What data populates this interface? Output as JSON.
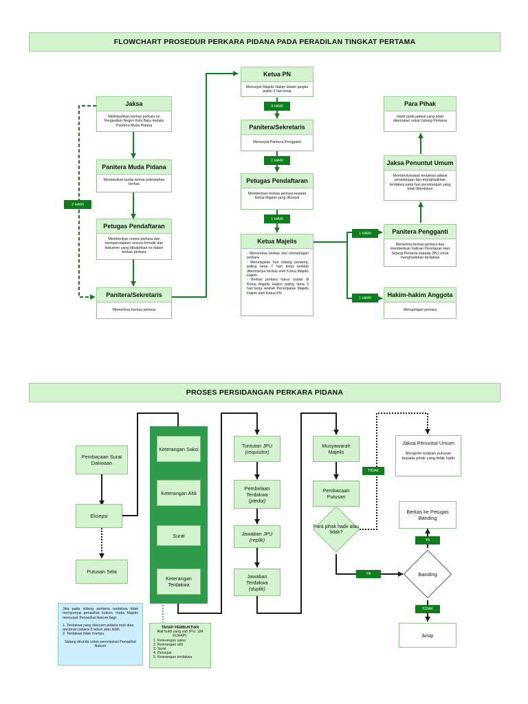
{
  "section1": {
    "title": "FLOWCHART PROSEDUR PERKARA PIDANA PADA PERADILAN TINGKAT PERTAMA",
    "jaksa": {
      "title": "Jaksa",
      "text": "Melimpahkan berkas perkara ke Pengadilan Negeri Koto Baru melalui Panitera Muda Pidana"
    },
    "panmud": {
      "title": "Panitera Muda Pidana",
      "text": "Memberikan tanda terima pelimpahan berkas"
    },
    "petugas1": {
      "title": "Petugas Pendaftaran",
      "text": "Memberikan nomor perkara dan mempersiapkan semua formulir dan dokumen yang dibutuhkan ke dalam berkas perkara"
    },
    "pansek1": {
      "title": "Panitera/Sekretaris",
      "text": "Memeriksa berkas perkara"
    },
    "ketuapn": {
      "title": "Ketua PN",
      "text": "Menunjuk Majelis Hakim dalam jangka waktu 3 hari kerja"
    },
    "pansek2": {
      "title": "Panitera/Sekretaris",
      "text": "Menunjuk Panitera Pengganti"
    },
    "petugas2": {
      "title": "Petugas Pendaftaran",
      "text": "Memberikan berkas perkara kepada Ketua Majelis yang ditunjuk"
    },
    "ketuamajelis": {
      "title": "Ketua Majelis",
      "items": [
        "- Memeriksa berkas dari mempelajari perkara",
        "- Menetapkan hari sidang pertama, paling lama 7 hari kerja setelah diterimanya berkas oleh Ketua Majelis Hakim",
        "- Berkas perkara harus sudah di Ketua Majelis Hakim paling lama 3 hari kerja setelah Penunjukan Majelis Hakim oleh Ketua PN"
      ]
    },
    "parapihak": {
      "title": "Para Pihak",
      "text": "Hadir pada jadwal yang telah ditentukan untuk Sidang Pertama"
    },
    "jpu": {
      "title": "Jaksa Penuntut Umum",
      "text": "Memberitahukan terdakwa jadwal persidangan dan menghadirkan terdakwa pada hari persidangan yang telah ditentukan"
    },
    "panpengganti": {
      "title": "Panitera Pengganti",
      "text": "Menerima berkas perkara dan memberikan Salinan Penetapan Hari Sidang Pertama kepada JPU untuk menghadirkan terdakwa"
    },
    "hakimanggota": {
      "title": "Hakim-hakim Anggota",
      "text": "Mempelajari perkara"
    },
    "badges": {
      "two_days": "2 HARI",
      "three_days": "3 HARI",
      "one_day_a": "1 HARI",
      "one_day_b": "1 HARI",
      "one_day_c": "1 HARI",
      "one_day_d": "1 HARI"
    }
  },
  "section2": {
    "title": "PROSES PERSIDANGAN PERKARA PIDANA",
    "pembacaan_dakwaan": "Pembacaan Surat Dakwaan",
    "eksepsi": "Eksepsi",
    "putusan_sela": "Putusan Sela",
    "ket_saksi": "Keterangan Saksi",
    "ket_ahli": "Keterangan Ahli",
    "surat": "Surat",
    "ket_terdakwa": "Keterangan Terdakwa",
    "tuntutan": {
      "line1": "Tuntutan JPU",
      "line2": "(requisitor)"
    },
    "pembelaan": {
      "line1": "Pembelaan Terdakwa",
      "line2": "(pledoi)"
    },
    "jawaban_jpu": {
      "line1": "Jawaban JPU",
      "line2": "(replik)"
    },
    "jawaban_terdakwa": {
      "line1": "Jawaban Terdakwa",
      "line2": "(duplik)"
    },
    "musyawarah": "Musyawarah Majelis",
    "pembacaan_putusan": "Pembacaan Putusan",
    "decision": "Para pihak hadir atau tidak?",
    "jpu_box": {
      "title": "Jaksa Penuntut Umum",
      "text": "Mengirim kutipan putusan kepada pihak yang tidak hadir"
    },
    "berkas_banding": "Berkas ke Petugas Banding",
    "banding": "Banding",
    "arsip": "Arsip",
    "labels": {
      "tidak1": "TIDAK",
      "ya1": "YA",
      "ya2": "YA",
      "tidak2": "TIDAK"
    },
    "note_blue": {
      "intro": "Jika pada sidang pertama terdakwa tidak mempunyai penasihat hukum, maka Majelis menunjuk Penasihat Hukum bagi:",
      "item1": "1. Terdakwa yang diancam pidana mati atau ancaman pidana 5 tahun atau lebih.",
      "item2": "2. Terdakwa tidak mampu.",
      "footer": "Sidang ditunda untuk penunjukan Penasihat Hukum"
    },
    "note_green": {
      "title": "TAHAP PEMBUKTIAN",
      "subtitle": "Alat bukti yang sah (Psl. 184 KUHAP):",
      "items": [
        "1. Keterangan saksi",
        "2. Keterangan ahli",
        "3. Surat",
        "4. Petunjuk",
        "5. Keterangan terdakwa"
      ]
    }
  },
  "colors": {
    "light_green": "#d4f3cf",
    "dark_green": "#0f7d1e",
    "band_green": "#2e9a4a",
    "note_blue": "#cdeefc"
  }
}
